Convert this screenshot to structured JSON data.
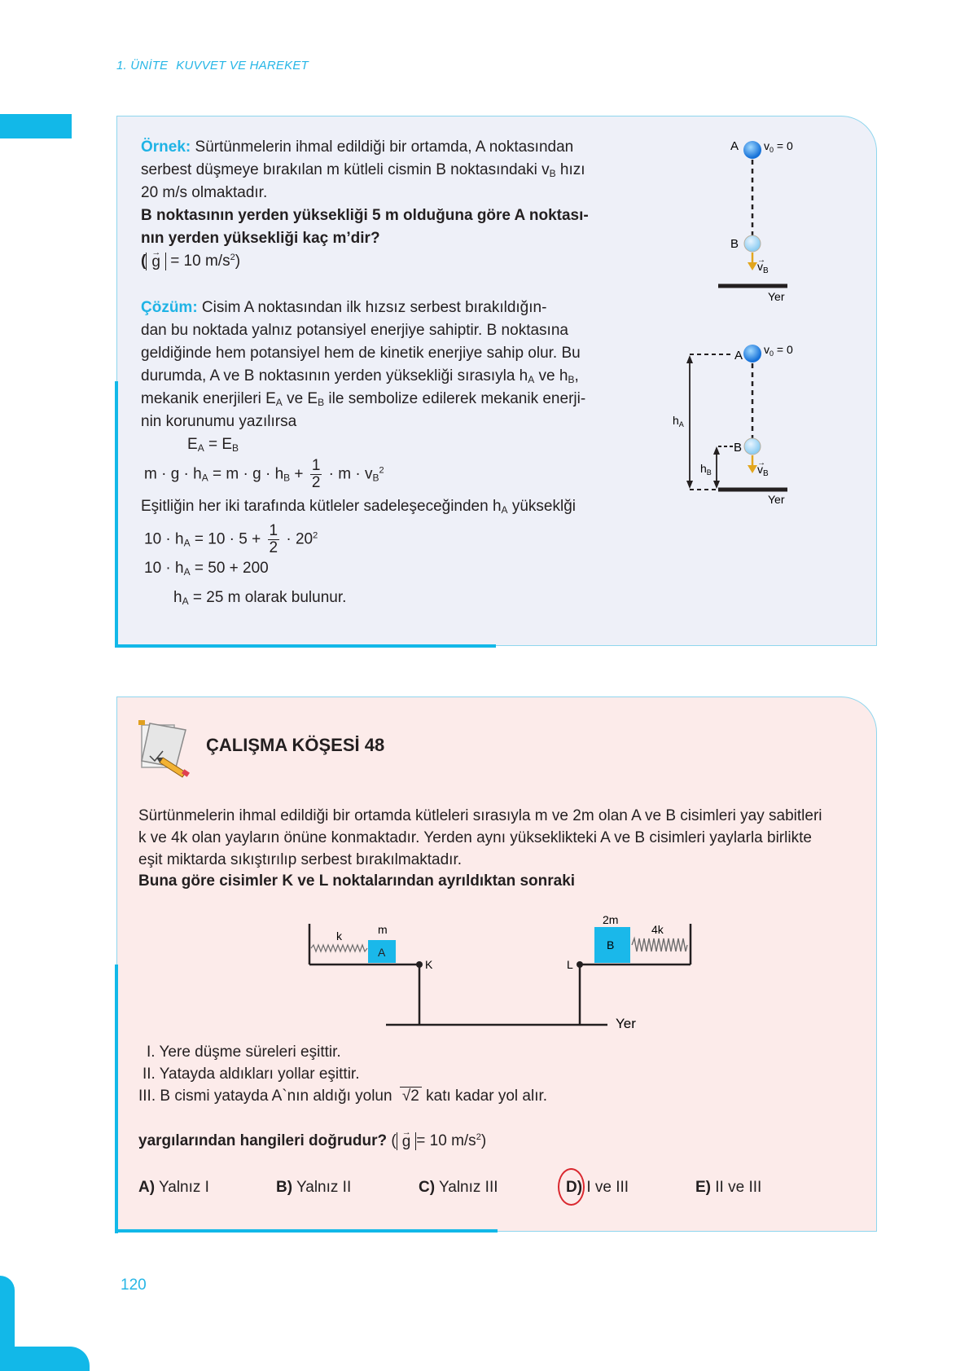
{
  "header": {
    "unit": "1. ÜNİTE",
    "title": "KUVVET VE HAREKET"
  },
  "page_number": "120",
  "example": {
    "label": "Örnek:",
    "line1": " Sürtünmelerin ihmal edildiği bir ortamda, A noktasından",
    "line2a": "serbest düşmeye bırakılan m kütleli cismin B noktasındaki v",
    "line2b": " hızı",
    "line3": "20 m/s olmaktadır.",
    "q1": "B noktasının yerden yüksekliği 5 m olduğuna göre A noktası-",
    "q2": "nın yerden yüksekliği kaç m’dir?",
    "g_val": "= 10 m/s",
    "sub_B": "B",
    "g": "g"
  },
  "solution": {
    "label": "Çözüm:",
    "l1": " Cisim A noktasından ilk hızsız serbest bırakıldığın-",
    "l2": "dan bu noktada yalnız potansiyel enerjiye sahiptir. B noktasına",
    "l3": "geldiğinde hem potansiyel hem de kinetik enerjiye sahip olur. Bu",
    "l4a": "durumda, A ve B noktasının yerden yüksekliği sırasıyla h",
    "l4b": " ve h",
    "l5a": "mekanik enerjileri E",
    "l5b": " ve E",
    "l5c": " ile sembolize edilerek mekanik enerji-",
    "l6": "nin korunumu yazılırsa",
    "eq1a": "E",
    "eq1b": " = E",
    "eq2a": "m · g · h",
    "eq2b": " = m · g · h",
    "eq2c": " + ",
    "eq2d": " · m · v",
    "num": "1",
    "den": "2",
    "sq": "2",
    "line_mass": "Eşitliğin her iki tarafında kütleler sadeleşeceğinden h",
    "line_mass_b": " yükseklği",
    "eq3a": "10 · h",
    "eq3b": " = 10 · 5 + ",
    "eq3c": " · 20",
    "eq4a": "10 · h",
    "eq4b": " = 50 + 200",
    "eq5a": "h",
    "eq5b": " = 25 m olarak bulunur.",
    "sub_A": "A",
    "sub_B": "B"
  },
  "diagram1": {
    "A": "A",
    "B": "B",
    "v0": "v",
    "v0_sub": "0",
    "v0_eq": " = 0",
    "vB": "v",
    "vB_sub": "B",
    "ground": "Yer",
    "hA": "h",
    "hA_sub": "A",
    "hB": "h",
    "hB_sub": "B"
  },
  "work_corner": {
    "title": "ÇALIŞMA KÖŞESİ 48",
    "p1": "Sürtünmelerin ihmal edildiği bir ortamda kütleleri sırasıyla m ve 2m olan A ve B cisimleri yay sabitleri",
    "p2": "k ve 4k olan yayların önüne konmaktadır. Yerden aynı yükseklikteki A ve B cisimleri yaylarla birlikte",
    "p3": "eşit miktarda sıkıştırılıp serbest bırakılmaktadır.",
    "q": "Buna göre cisimler K ve L noktalarından ayrıldıktan sonraki",
    "s1": "I. Yere düşme süreleri eşittir.",
    "s2": "II. Yatayda aldıkları yollar eşittir.",
    "s3a": "III. B cismi yatayda A`nın aldığı yolun ",
    "s3b": "2",
    "s3c": " katı kadar yol alır.",
    "ask": "yargılarından hangileri doğrudur?",
    "ask_g": "g",
    "ask_val": "= 10 m/s",
    "sq": "2",
    "choices": [
      {
        "letter": "A)",
        "text": " Yalnız I"
      },
      {
        "letter": "B)",
        "text": " Yalnız II"
      },
      {
        "letter": "C)",
        "text": " Yalnız III"
      },
      {
        "letter": "D)",
        "text": " I ve III"
      },
      {
        "letter": "E)",
        "text": " II ve III"
      }
    ],
    "marked_choice": "D"
  },
  "diagram2": {
    "k": "k",
    "m": "m",
    "A": "A",
    "K": "K",
    "L": "L",
    "B": "B",
    "m2": "2m",
    "k4": "4k",
    "ground": "Yer"
  },
  "colors": {
    "accent": "#12b8e8",
    "example_bg": "#eef0f8",
    "work_bg": "#fcebea",
    "mark": "#d9272e"
  }
}
